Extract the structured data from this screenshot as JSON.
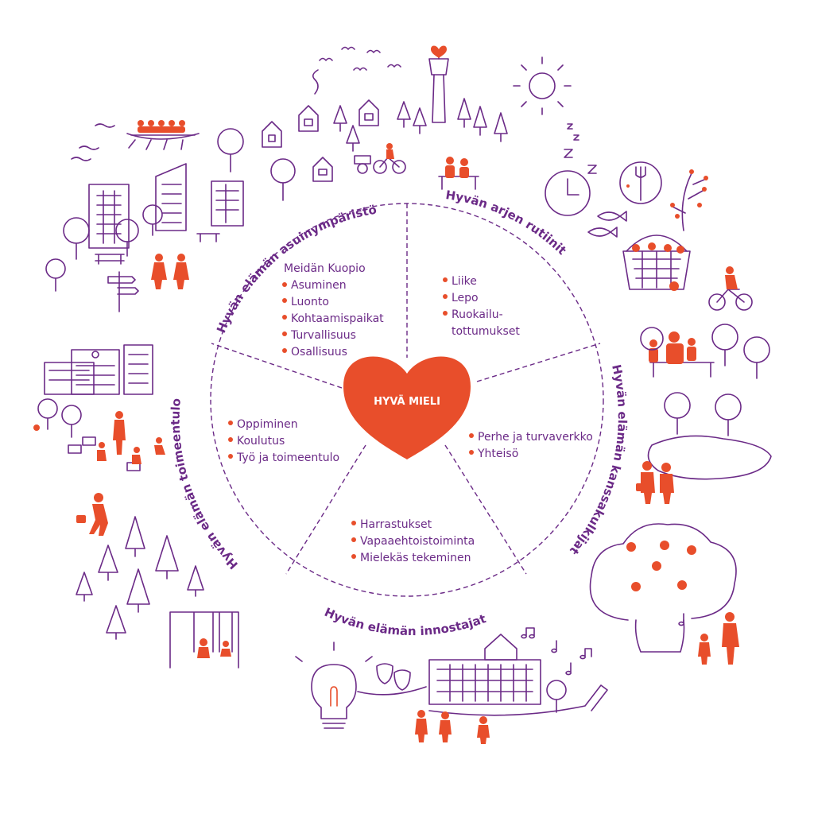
{
  "colors": {
    "purple": "#6b2a87",
    "orange": "#e84e2b",
    "white": "#ffffff"
  },
  "center": {
    "label": "HYVÄ MIELI"
  },
  "segments": {
    "asuinymparisto": {
      "title": "Hyvän elämän asuinympäristö",
      "heading": "Meidän Kuopio",
      "items": [
        "Asuminen",
        "Luonto",
        "Kohtaamispaikat",
        "Turvallisuus",
        "Osallisuus"
      ]
    },
    "rutiinit": {
      "title": "Hyvän arjen rutiinit",
      "items": [
        "Liike",
        "Lepo",
        "Ruokailu-",
        "tottumukset"
      ]
    },
    "kanssakulkijat": {
      "title": "Hyvän elämän kanssakulkijat",
      "items": [
        "Perhe ja turvaverkko",
        "Yhteisö"
      ]
    },
    "innostajat": {
      "title": "Hyvän elämän innostajat",
      "items": [
        "Harrastukset",
        "Vapaaehtoistoiminta",
        "Mielekäs tekeminen"
      ]
    },
    "toimeentulo": {
      "title": "Hyvän elämän toimeentulo",
      "items": [
        "Oppiminen",
        "Koulutus",
        "Työ ja toimeentulo"
      ]
    }
  },
  "icons": [
    "rowing-boat-icon",
    "birds-icon",
    "houses-icon",
    "tower-heart-icon",
    "sun-icon",
    "sleep-zzz-icon",
    "clock-icon",
    "plate-fork-icon",
    "fish-icon",
    "berry-branch-icon",
    "basket-icon",
    "cyclist-icon",
    "apartment-blocks-icon",
    "tree-icon",
    "bench-icon",
    "signpost-icon",
    "school-building-icon",
    "playground-people-icon",
    "forest-icon",
    "swing-icon",
    "lightbulb-icon",
    "theatre-masks-icon",
    "music-notes-icon",
    "culture-building-icon",
    "pencil-icon",
    "apple-tree-icon",
    "pond-icon",
    "family-bench-icon",
    "walking-people-icon"
  ]
}
